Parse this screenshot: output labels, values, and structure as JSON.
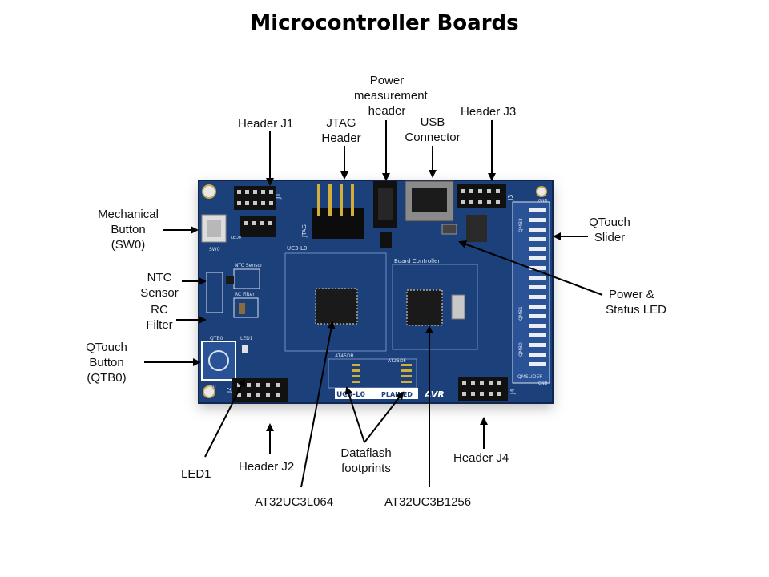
{
  "title": "Microcontroller Boards",
  "colors": {
    "board": "#1d3f7a",
    "board_dark": "#0f2650",
    "silk": "#d8e2f0",
    "header_pin": "#1a1a1a",
    "arrow": "#000000"
  },
  "labels": {
    "header_j1": "Header J1",
    "jtag_header": [
      "JTAG",
      "Header"
    ],
    "power_measurement_header": [
      "Power",
      "measurement",
      "header"
    ],
    "usb_connector": [
      "USB",
      "Connector"
    ],
    "header_j3": "Header J3",
    "mechanical_button": [
      "Mechanical",
      "Button",
      "(SW0)"
    ],
    "qtouch_slider": [
      "QTouch",
      "Slider"
    ],
    "ntc_sensor": [
      "NTC",
      "Sensor"
    ],
    "rc_filter": [
      "RC",
      "Filter"
    ],
    "power_status_led": [
      "Power &",
      "Status LED"
    ],
    "qtouch_button": [
      "QTouch",
      "Button",
      "(QTB0)"
    ],
    "led1": "LED1",
    "header_j2": "Header J2",
    "dataflash_footprints": [
      "Dataflash",
      "footprints"
    ],
    "header_j4": "Header J4",
    "at32uc3l064": "AT32UC3L064",
    "at32uc3b1256": "AT32UC3B1256"
  },
  "board_silk": {
    "j1": "J1",
    "jtag": "JTAG",
    "j3": "J3",
    "j4": "J4",
    "j2": "J2",
    "uc3_l0": "UC3-L0",
    "board_controller": "Board Controller",
    "ntc_sensor": "NTC Sensor",
    "rc_filter": "RC Filter",
    "qtb0": "QTB0",
    "led1": "LED1",
    "led0": "LED0",
    "sw0": "SW0",
    "at45db": "AT45DB",
    "at25df": "AT25DF",
    "brand": "UC3-L0",
    "xplained": "PLAINED",
    "avr": "AVR",
    "qmslider": "QMSLIDER",
    "qmb3": "QMB3",
    "qmb1": "QMB1",
    "qmb0": "QMB0",
    "gnd": "GND"
  }
}
